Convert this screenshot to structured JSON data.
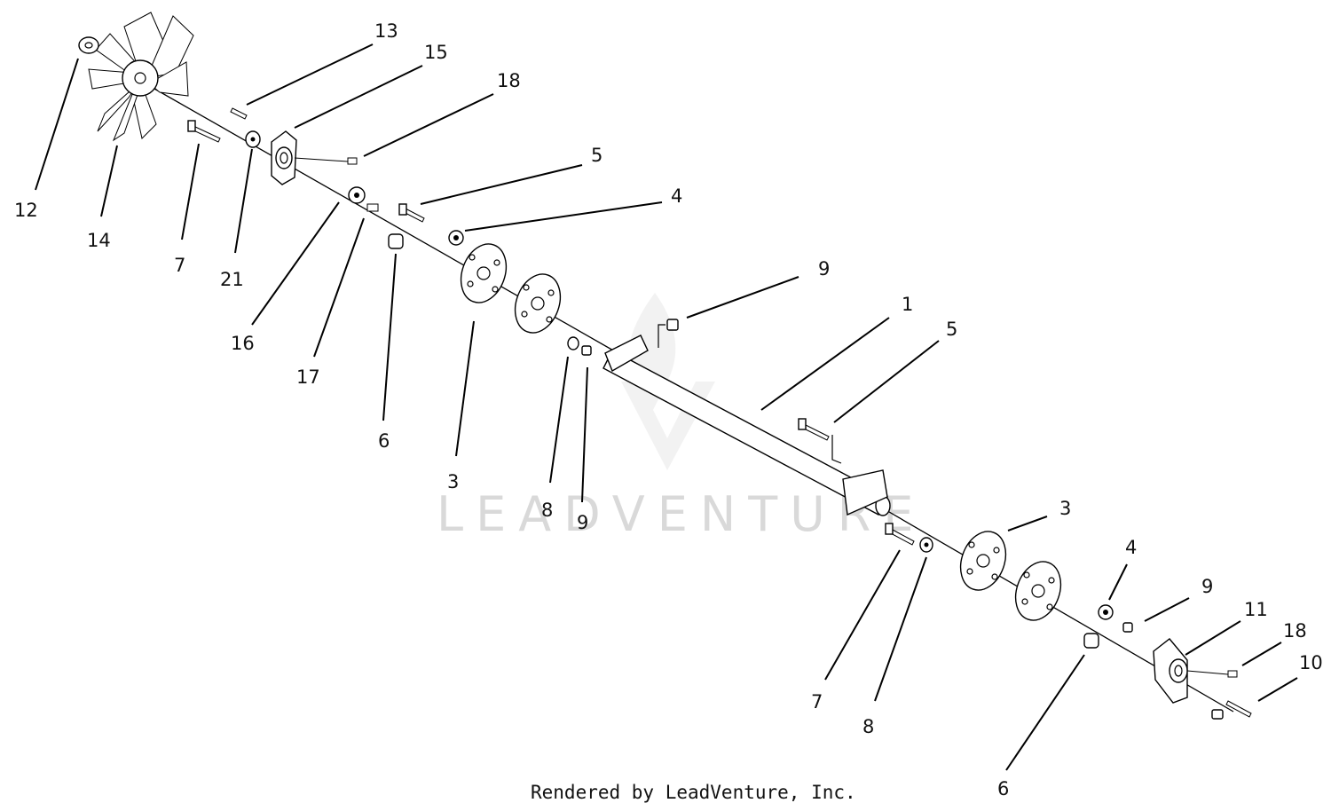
{
  "diagram": {
    "watermark": "LEADVENTURE",
    "footer": "Rendered by LeadVenture, Inc.",
    "callouts": {
      "c12": "12",
      "c14": "14",
      "c7a": "7",
      "c21": "21",
      "c13": "13",
      "c15": "15",
      "c18a": "18",
      "c16": "16",
      "c17": "17",
      "c6a": "6",
      "c5a": "5",
      "c4a": "4",
      "c3a": "3",
      "c8a": "8",
      "c9a": "9",
      "c9b": "9",
      "c1": "1",
      "c5b": "5",
      "c3b": "3",
      "c7b": "7",
      "c8b": "8",
      "c4b": "4",
      "c9c": "9",
      "c11": "11",
      "c18b": "18",
      "c10": "10",
      "c6b": "6"
    }
  }
}
